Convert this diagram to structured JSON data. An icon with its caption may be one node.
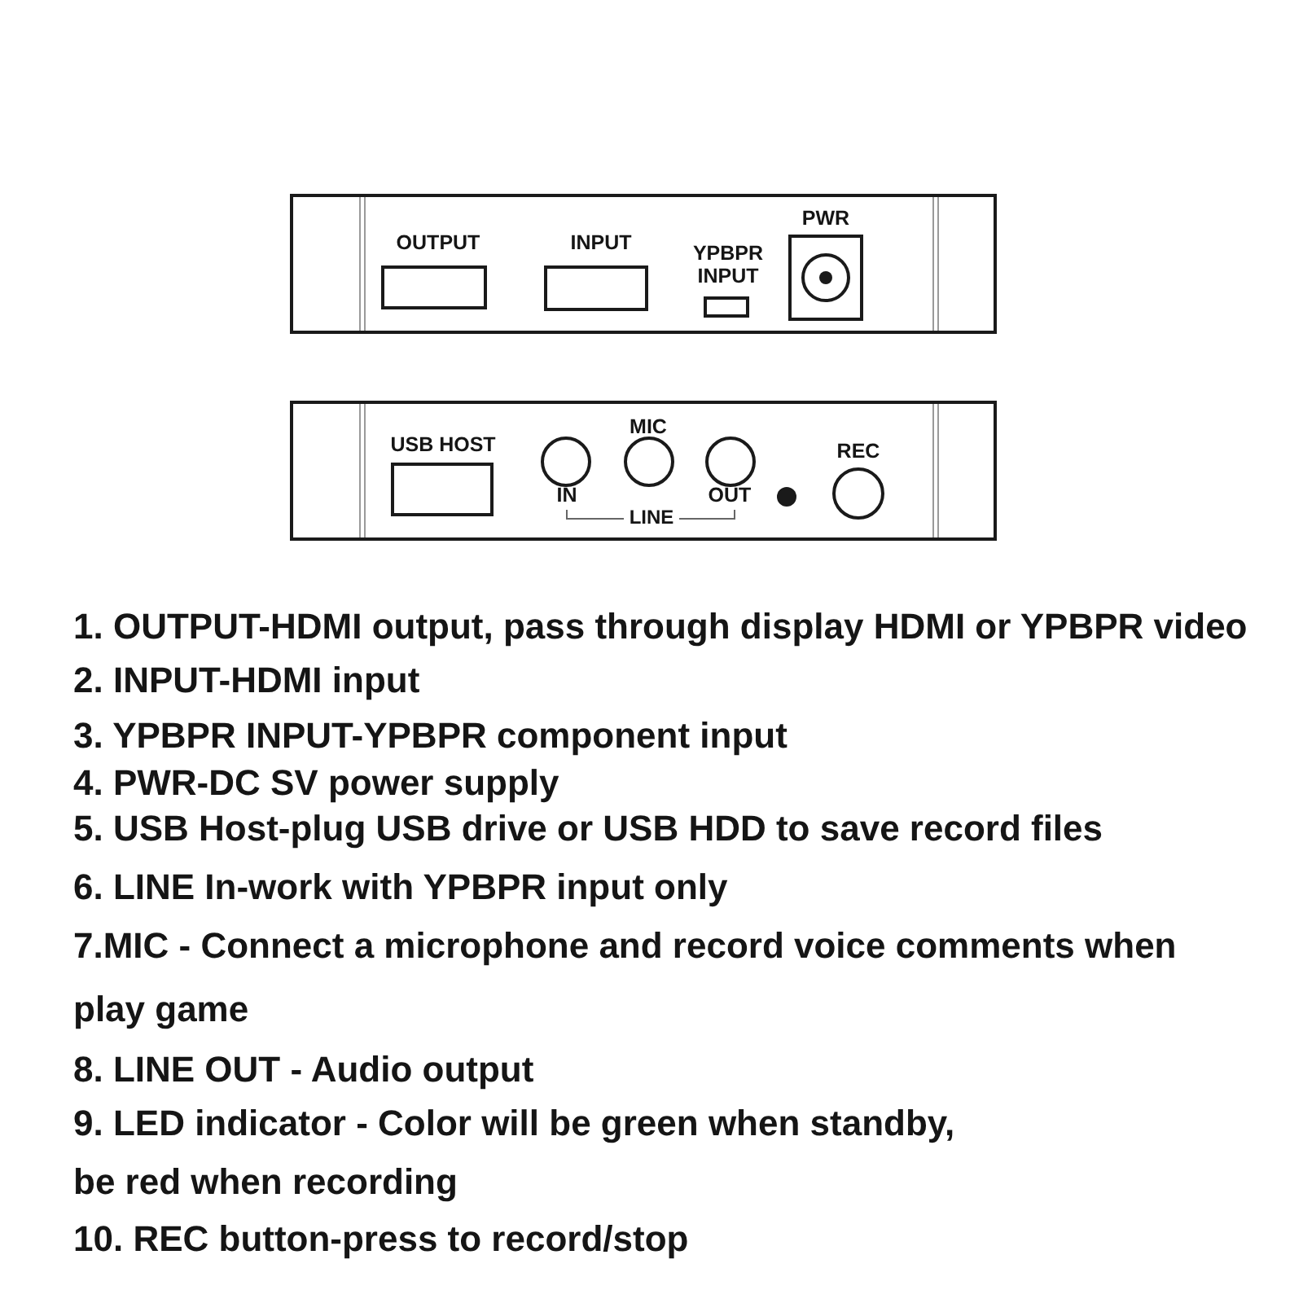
{
  "diagram": {
    "nodes": [
      {
        "text": [],
        "shape": "box"
      },
      {
        "text": [
          "OUTPUT"
        ],
        "in": 0
      },
      {
        "text": [
          "INPUT"
        ],
        "in": 0
      },
      {
        "text": [
          "YPBPR INPUT"
        ],
        "in": 0
      },
      {
        "text": [
          "PWR"
        ],
        "in": 0
      },
      {
        "text": [],
        "shape": "box"
      },
      {
        "text": [
          "USB HOST"
        ],
        "in": 5
      },
      {
        "text": [
          "IN"
        ],
        "in": 5
      },
      {
        "text": [
          "MIC"
        ],
        "in": 5
      },
      {
        "text": [
          "OUT"
        ],
        "in": 5
      },
      {
        "text": [],
        "shape": "circle",
        "in": 5
      },
      {
        "text": [
          "REC"
        ],
        "in": 5
      }
    ],
    "labels": [
      "LINE",
      "1. OUTPUT-HDMI output, pass through display HDMI or YPBPR video",
      "2. INPUT-HDMI input",
      "3. YPBPR INPUT-YPBPR component input",
      "4. PWR-DC SV power supply",
      "5. USB Host-plug USB drive or USB HDD to save record files",
      "6. LINE In-work with YPBPR input only",
      "7.MIC - Connect a microphone and record voice comments when play game",
      "8. LINE OUT - Audio output",
      "9. LED indicator - Color will be green when standby, be red when recording",
      "10. REC button-press to record/stop"
    ]
  }
}
